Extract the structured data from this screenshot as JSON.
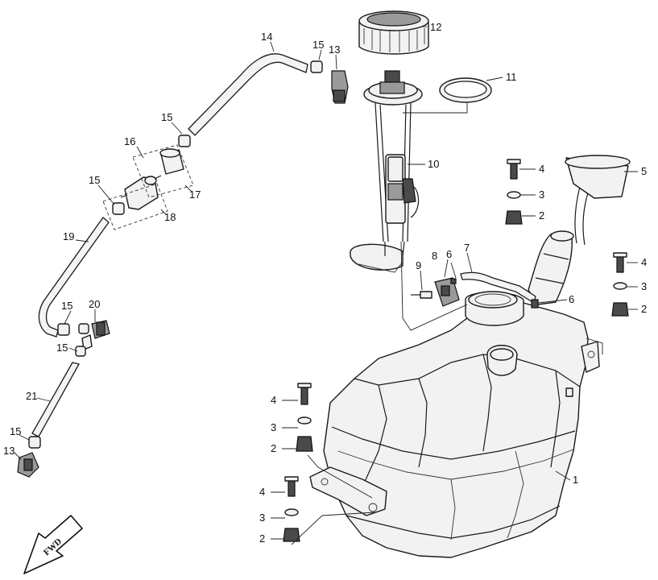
{
  "diagram": {
    "callouts": {
      "c1": "1",
      "c2a": "2",
      "c2b": "2",
      "c2c": "2",
      "c2d": "2",
      "c3a": "3",
      "c3b": "3",
      "c3c": "3",
      "c3d": "3",
      "c4a": "4",
      "c4b": "4",
      "c4c": "4",
      "c4d": "4",
      "c5": "5",
      "c6a": "6",
      "c6b": "6",
      "c7": "7",
      "c8": "8",
      "c9": "9",
      "c10": "10",
      "c11": "11",
      "c12": "12",
      "c13a": "13",
      "c13b": "13",
      "c14": "14",
      "c15a": "15",
      "c15b": "15",
      "c15c": "15",
      "c15d": "15",
      "c15e": "15",
      "c15f": "15",
      "c16": "16",
      "c17": "17",
      "c18": "18",
      "c19": "19",
      "c20": "20",
      "c21": "21"
    },
    "fwd_label": "FWD"
  }
}
